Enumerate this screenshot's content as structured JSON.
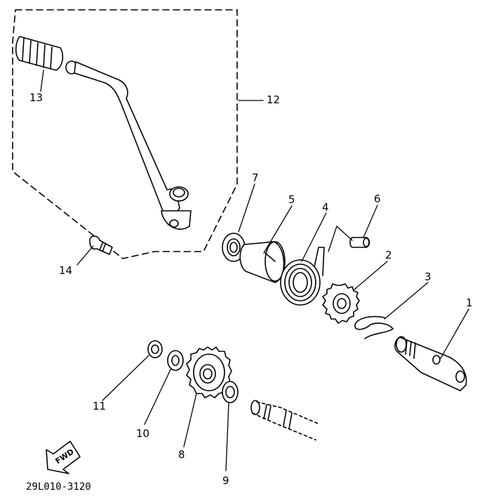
{
  "diagram": {
    "drawing_code": "29L010-3120",
    "direction_label": "FWD",
    "callouts": [
      "1",
      "2",
      "3",
      "4",
      "5",
      "6",
      "7",
      "8",
      "9",
      "10",
      "11",
      "12",
      "13",
      "14"
    ]
  }
}
